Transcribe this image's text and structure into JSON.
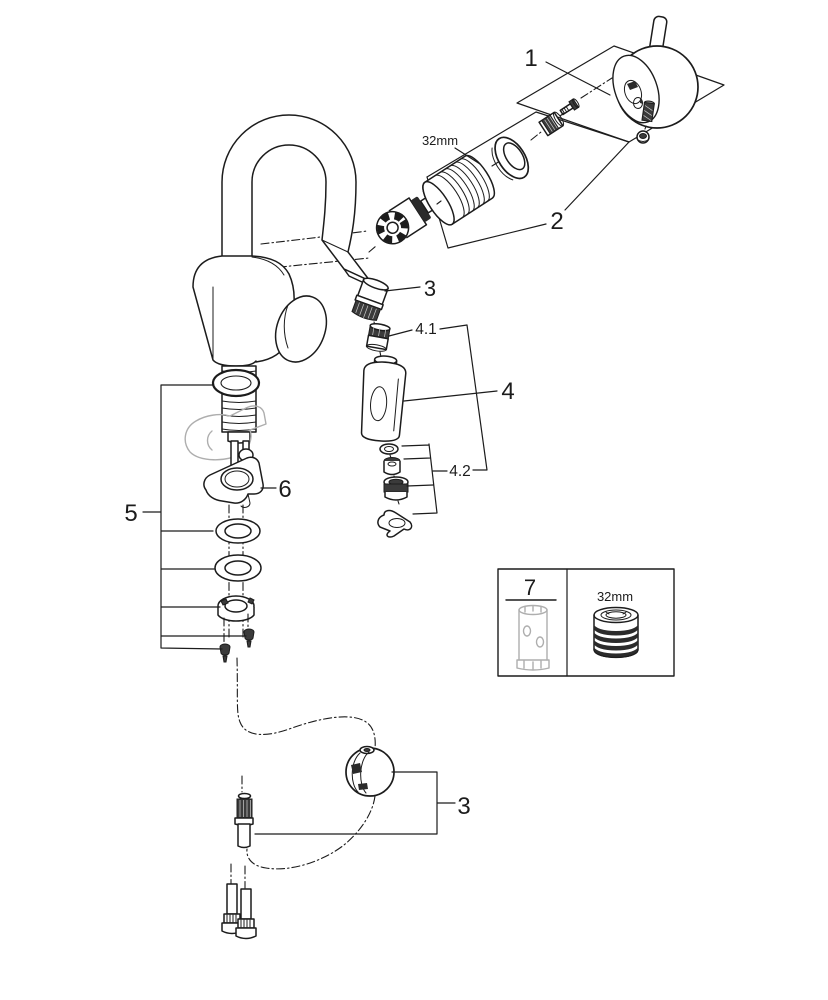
{
  "diagram": {
    "type": "exploded-parts-drawing",
    "subject": "kitchen pull-out spray faucet",
    "callouts": {
      "one": "1",
      "two": "2",
      "three_spout": "3",
      "four": "4",
      "four_one": "4.1",
      "four_two": "4.2",
      "five": "5",
      "six": "6",
      "three_hose": "3",
      "seven": "7"
    },
    "dimensions": {
      "spout_cartridge": "32mm",
      "box_cartridge": "32mm"
    },
    "colors": {
      "line": "#1c1c1c",
      "phantom_gray": "#aeaeae",
      "dark_fill": "#3b3b3b",
      "background": "#ffffff"
    }
  }
}
